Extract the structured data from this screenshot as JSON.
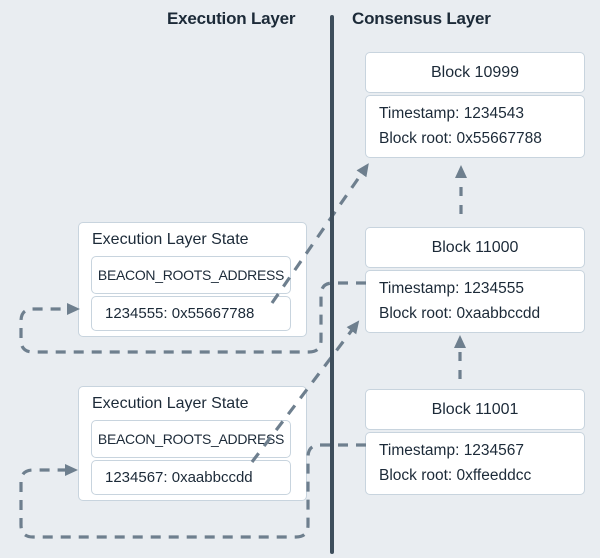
{
  "headers": {
    "execution": "Execution Layer",
    "consensus": "Consensus Layer"
  },
  "consensus_blocks": [
    {
      "title": "Block 10999",
      "timestamp": "Timestamp: 1234543",
      "block_root": "Block root: 0x55667788"
    },
    {
      "title": "Block 11000",
      "timestamp": "Timestamp: 1234555",
      "block_root": "Block root: 0xaabbccdd"
    },
    {
      "title": "Block 11001",
      "timestamp": "Timestamp: 1234567",
      "block_root": "Block root: 0xffeeddcc"
    }
  ],
  "execution_states": [
    {
      "title": "Execution Layer State",
      "contract": "BEACON_ROOTS_ADDRESS",
      "entry": "1234555: 0x55667788"
    },
    {
      "title": "Execution Layer State",
      "contract": "BEACON_ROOTS_ADDRESS",
      "entry": "1234567: 0xaabbccdd"
    }
  ],
  "colors": {
    "background": "#e9edf1",
    "card_fill": "#ffffff",
    "card_border": "#c8d4de",
    "text": "#1c2a38",
    "divider": "#3e4e5c",
    "arrow": "#6e7f8e"
  }
}
